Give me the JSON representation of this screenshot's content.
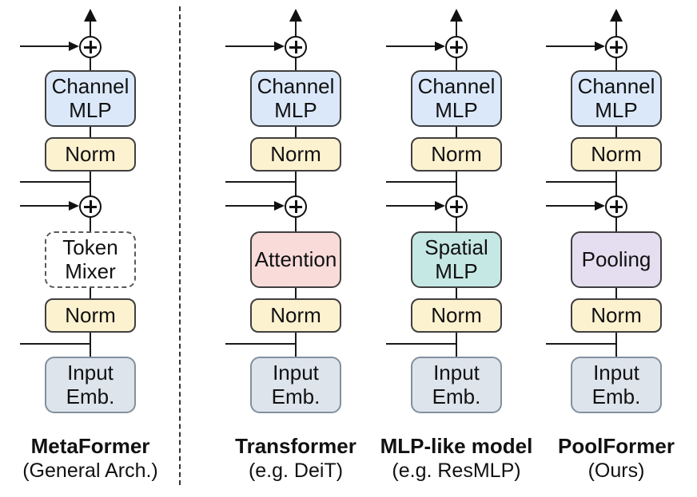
{
  "figure": {
    "background": "#ffffff",
    "divider_color": "#333333",
    "line_color": "#1a1a1a"
  },
  "colors": {
    "channel_mlp": "#dbe8fa",
    "norm": "#fdf2d0",
    "input_emb": "#dee4eb",
    "token_mixer": "#ffffff",
    "attention": "#f9dcda",
    "spatial_mlp": "#c6e8e4",
    "pooling": "#e5def0"
  },
  "icons": {
    "add": "plus-in-circle",
    "output": "up-arrow",
    "residual_in": "right-arrow"
  },
  "columns": [
    {
      "name": "metaformer",
      "channel_mlp": "Channel\nMLP",
      "norm_top": "Norm",
      "mixer": {
        "label": "Token\nMixer",
        "fill": "#ffffff",
        "dashed": true
      },
      "norm_bottom": "Norm",
      "input_emb": "Input\nEmb.",
      "label": "MetaFormer",
      "sublabel": "(General Arch.)"
    },
    {
      "name": "transformer",
      "channel_mlp": "Channel\nMLP",
      "norm_top": "Norm",
      "mixer": {
        "label": "Attention",
        "fill": "#f9dcda",
        "dashed": false
      },
      "norm_bottom": "Norm",
      "input_emb": "Input\nEmb.",
      "label": "Transformer",
      "sublabel": "(e.g. DeiT)"
    },
    {
      "name": "mlp-like-model",
      "channel_mlp": "Channel\nMLP",
      "norm_top": "Norm",
      "mixer": {
        "label": "Spatial\nMLP",
        "fill": "#c6e8e4",
        "dashed": false
      },
      "norm_bottom": "Norm",
      "input_emb": "Input\nEmb.",
      "label": "MLP-like model",
      "sublabel": "(e.g. ResMLP)"
    },
    {
      "name": "poolformer",
      "channel_mlp": "Channel\nMLP",
      "norm_top": "Norm",
      "mixer": {
        "label": "Pooling",
        "fill": "#e5def0",
        "dashed": false
      },
      "norm_bottom": "Norm",
      "input_emb": "Input\nEmb.",
      "label": "PoolFormer",
      "sublabel": "(Ours)"
    }
  ]
}
